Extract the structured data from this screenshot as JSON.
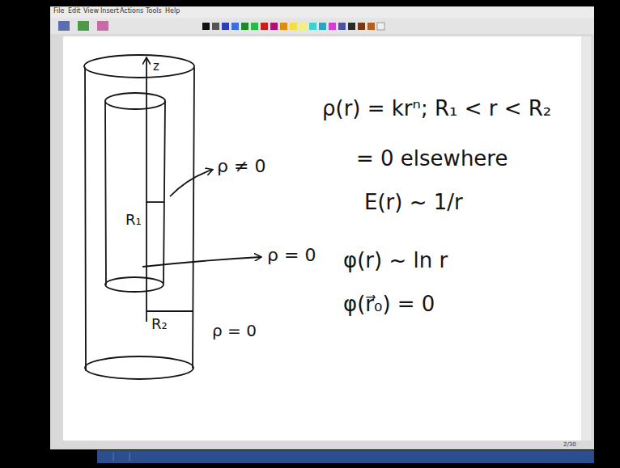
{
  "diagram": {
    "labels": [
      "File",
      "Edit",
      "View",
      "Insert",
      "Actions",
      "Tools",
      "Help",
      "z",
      "R₁",
      "R₂",
      "ρ ≠ 0",
      "ρ = 0",
      "ρ = 0",
      "ρ(r) = krⁿ; R₁ < r < R₂",
      "= 0 elsewhere",
      "E(r) ~ 1/r",
      "φ(r) ~ ln r",
      "φ(r⃗₀) = 0",
      "2/30"
    ]
  }
}
